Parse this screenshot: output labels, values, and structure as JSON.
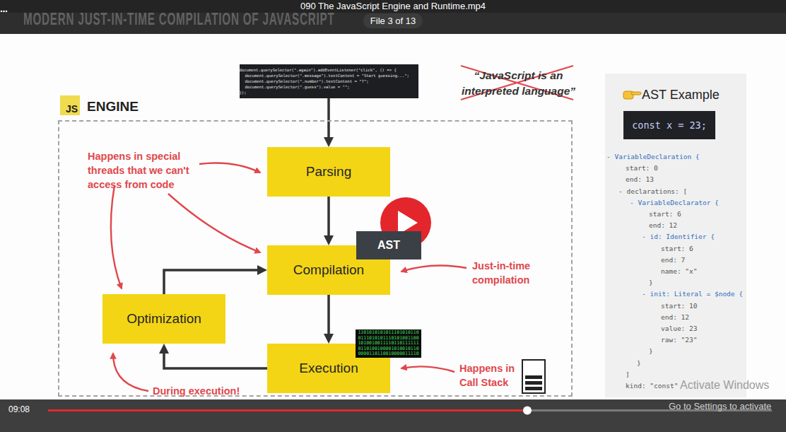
{
  "diagram": {
    "title": "MODERN JUST-IN-TIME COMPILATION OF JAVASCRIPT",
    "nodes": [
      {
        "text": [
          "document.querySelector(\".again\").addEventListener(\"click\", () => {",
          "document.querySelector(\".message\").textContent = \"Start guessing...\";",
          "document.querySelector(\".number\").textContent = \"?\";",
          "document.querySelector(\".guess\").value = \"\";",
          "});"
        ]
      },
      {
        "text": [
          "JS",
          "ENGINE"
        ]
      },
      {
        "text": [
          "Parsing"
        ],
        "in": 1
      },
      {
        "text": [
          "Compilation"
        ],
        "in": 1
      },
      {
        "text": [
          "AST"
        ],
        "in": 1
      },
      {
        "text": [
          "Optimization"
        ],
        "in": 1
      },
      {
        "text": [
          "Execution"
        ],
        "in": 1
      },
      {
        "text": [
          "1101010101011101010110",
          "0111010101110101001100",
          "1010010011110110111111",
          "0110100100001010010110",
          "0000110110010000011110"
        ],
        "in": 1
      },
      {
        "text": [
          "AST Example"
        ]
      },
      {
        "text": [
          "const x = 23;"
        ],
        "in": 8
      }
    ],
    "edges": [
      {
        "from": 0,
        "to": 2,
        "arrow": "to"
      },
      {
        "from": 2,
        "to": 3,
        "arrow": "to"
      },
      {
        "from": 3,
        "to": 6,
        "arrow": "to"
      },
      {
        "from": 6,
        "to": 5,
        "arrow": "to"
      },
      {
        "from": 5,
        "to": 3,
        "arrow": "to"
      }
    ],
    "labels": [
      "090 The JavaScript Engine and Runtime.mp4",
      "File 3 of 13",
      "“JavaScript is an interpreted language”",
      "Happens in special threads that we can't access from code",
      "Just-in-time compilation",
      "Happens in Call Stack",
      "During execution!",
      "- VariableDeclaration  {",
      "start: 0",
      "end: 13",
      "- declarations:  [",
      "- VariableDeclarator  {",
      "start: 6",
      "end: 12",
      "- id: Identifier  {",
      "start: 6",
      "end: 7",
      "name: \"x\"",
      "}",
      "- init: Literal = $node {",
      "start: 10",
      "end: 12",
      "value: 23",
      "raw: \"23\"",
      "}",
      "}",
      "]",
      "kind: \"const\"",
      "09:08",
      "Activate Windows",
      "Go to Settings to activate"
    ]
  }
}
